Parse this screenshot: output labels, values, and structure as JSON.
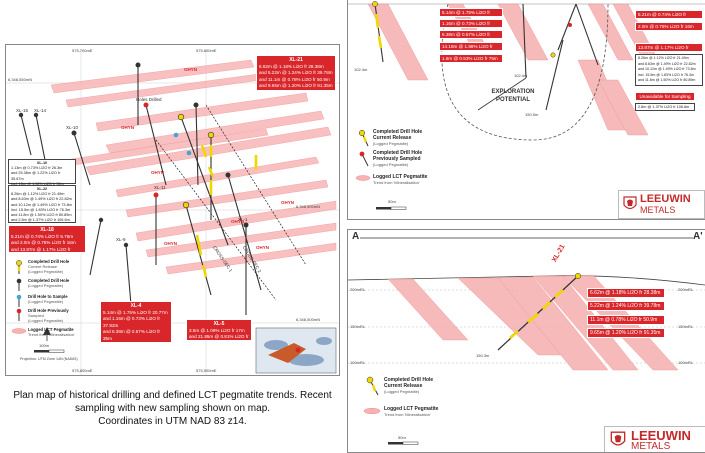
{
  "caption": {
    "line1": "Plan map of historical drilling and defined LCT pegmatite trends. Recent",
    "line2": "sampling with new sampling shown on map.",
    "line3": "Coordinates in UTM NAD 83 z14."
  },
  "map": {
    "easting_labels": [
      "575,700mE",
      "575,800mE",
      "575,900mE",
      "575,800mE",
      "575,900mE"
    ],
    "northing_labels": [
      "6,348,550mN",
      "6,348,500mN",
      "6,348,500mN"
    ],
    "hole_ids": [
      "XL-15",
      "XL-14",
      "XL-10",
      "XL-11",
      "XL-21",
      "XL-22",
      "XL-18",
      "XL-4",
      "XL-5",
      "XL-9",
      "XL-1"
    ],
    "section_labels": [
      "CROSS-SEC 1",
      "CROSS-SEC 2"
    ],
    "scale": "100m",
    "projection": "Projection: UTM Zone 14N (NAD83)",
    "ohyn_label": "OHYN",
    "holes_drilled": [
      "Holes Drilled",
      "Holes"
    ],
    "xl21_box": {
      "title": "XL-21",
      "lines": [
        "6.62m @ 1.18% Li2O fr 28.38m",
        "and 5.22m @ 1.24% Li2O fr 39.78m",
        "and 11.1m @ 0.78% Li2O fr 50.9m",
        "and 9.65m @ 1.20% Li2O fr 91.35m"
      ]
    },
    "xl18_box": {
      "title": "XL-18",
      "lines": [
        "5.21m @ 0.74% Li2O fr 5.76m",
        "and 2.0m @ 0.75% Li2O fr 16m",
        "and 13.87m @ 1.17% Li2O fr 27.13m"
      ]
    },
    "xl4_box": {
      "title": "XL-4",
      "lines": [
        "5.14m @ 1.75% Li2O fr 20.77m",
        "and 1.16m @ 0.73% Li2O fr 37.82m",
        "and 6.38m @ 0.57% Li2O fr 35m",
        "and 14.18m @ 1.88% Li2O fr 53m",
        "and 1.8m @ 0.53% Li2O fr 75m"
      ]
    },
    "xl5_box": {
      "title": "XL-5",
      "lines": [
        "3.5m @ 1.09% Li2O fr 17m",
        "and 21.85m @ 0.81% Li2O fr 35m"
      ]
    },
    "xl10_box": {
      "title": "XL-10",
      "lines": [
        "1.13m @ 0.73% Li2O fr 26.3m",
        "and 25.38m @ 1.22% Li2O fr 35.67m",
        "incl. 15m @ 1.55% Li2O fr 35m"
      ]
    },
    "xl22_box": {
      "title": "XL-22",
      "lines": [
        "8.26m @ 1.12% Li2O fr 21.49m",
        "and 8.63m @ 1.49% Li2O fr 22.82m",
        "and 10.12m @ 1.49% Li2O fr 73.8m",
        "incl. 15.5m @ 1.83% Li2O fr 76.3m",
        "and 11.8m @ 1.50% Li2O fr 80.89m",
        "and 2.8m @ 1.37% Li2O fr 106.6m"
      ]
    },
    "legend": {
      "item1_title": "Completed Drill Hole",
      "item1_sub1": "Current Release",
      "item1_sub2": "(Logged Pegmatite)",
      "item2_title": "Completed Drill Hole",
      "item2_sub": "(Logged Pegmatite)",
      "item3_title": "Drill Hole to Sample",
      "item3_sub": "(Logged Pegmatite)",
      "item4_title": "Drill Hole Previously",
      "item4_sub1": "Sampled",
      "item4_sub2": "(Logged Pegmatite)",
      "item5_title": "Logged LCT Pegmatite",
      "item5_sub": "Trend from 'Mineralisation'"
    }
  },
  "section1": {
    "depth_label": "102.4m",
    "depth_label_2": "102.4m",
    "depth_label_3": "150.5m",
    "exploration_line1": "EXPLORATION",
    "exploration_line2": "POTENTIAL",
    "left_boxes": [
      "5.14m @ 1.75% Li2O fr 20.77m",
      "1.16m @ 0.73% Li2O fr 37.82m",
      "6.38m @ 0.57% Li2O fr 35m",
      "14.18m @ 1.88% Li2O fr 53m",
      "1.8m @ 0.53% Li2O fr 75m"
    ],
    "right_top": [
      "5.21m @ 0.74% Li2O fr 5.76m",
      "2.0m @ 0.75% Li2O fr 16m",
      "13.87m @ 1.17% Li2O fr 27.13m"
    ],
    "right_white": [
      "8.26m @ 1.12% Li2O fr 21.49m",
      "and 8.63m @ 1.49% Li2O fr 22.82m",
      "and 10.12m @ 1.49% Li2O fr 73.8m",
      "incl. 15.5m @ 1.83% Li2O fr 76.3m",
      "and 11.8m @ 1.50% Li2O fr 80.89m"
    ],
    "unavailable": "Unavailable for Sampling",
    "small_box": "2.8m @ 1.37% Li2O fr 106.6m",
    "legend": {
      "i1_title": "Completed Drill Hole",
      "i1_sub1": "Current Release",
      "i1_sub2": "(Logged Pegmatite)",
      "i2_title": "Completed Drill Hole",
      "i2_sub1": "Previously Sampled",
      "i2_sub2": "(Logged Pegmatite)",
      "i3_title": "Logged LCT Pegmatite",
      "i3_sub": "Trend from 'Mineralisation'"
    },
    "scale": "50m",
    "logo_word1": "LEEUWIN",
    "logo_word2": "METALS"
  },
  "section2": {
    "corner_left": "A",
    "corner_right": "A'",
    "rl_labels_left": [
      "200mRL",
      "150mRL",
      "100mRL"
    ],
    "rl_labels_right": [
      "200mRL",
      "150mRL",
      "100mRL"
    ],
    "hole_id": "XL-21",
    "depth_label": "150.3m",
    "boxes": [
      "6.62m @ 1.18% Li2O fr 28.38m",
      "5.22m @ 1.24% Li2O fr 39.78m",
      "11.1m @ 0.78% Li2O fr 50.9m",
      "9.65m @ 1.20% Li2O fr 91.35m"
    ],
    "legend": {
      "i1_title": "Completed Drill Hole",
      "i1_sub1": "Current Release",
      "i1_sub2": "(Logged Pegmatite)",
      "i2_title": "Logged LCT Pegmatite",
      "i2_sub": "Trend from 'Mineralisation'"
    },
    "scale": "50m",
    "logo_word1": "LEEUWIN",
    "logo_word2": "METALS"
  },
  "colors": {
    "red": "#d9262b",
    "pegmatite": "#f6b3b3",
    "yellow": "#f2d600",
    "grey_line": "#555555"
  }
}
